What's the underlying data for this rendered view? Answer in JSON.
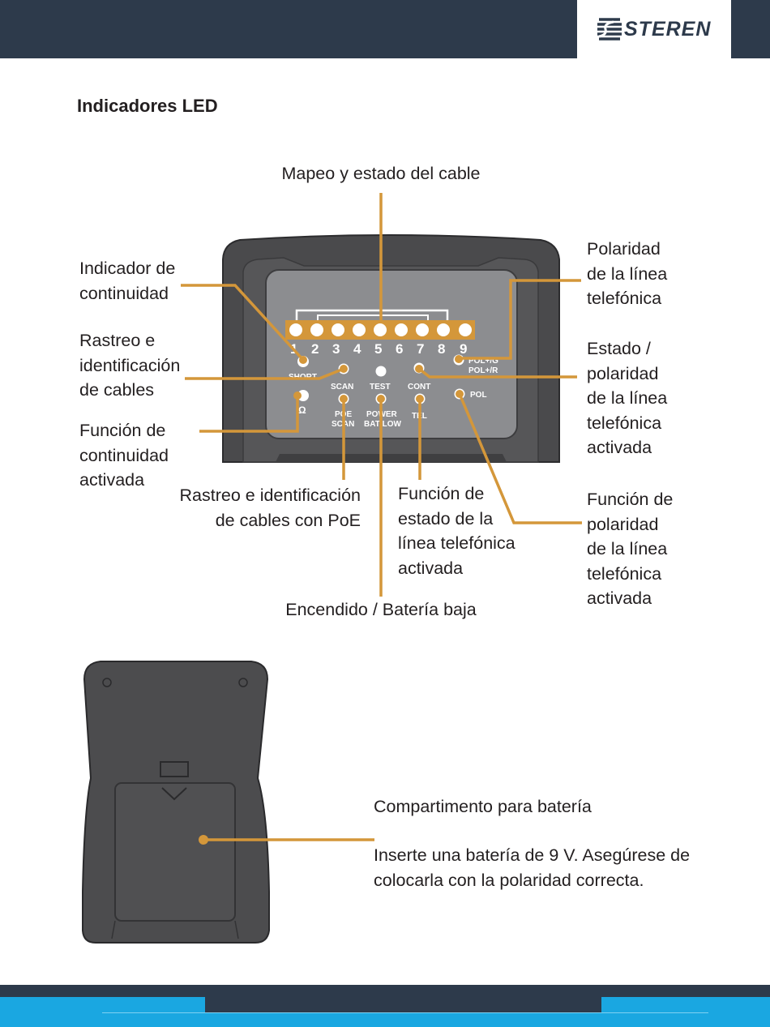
{
  "brand": {
    "name": "STEREN",
    "logo_icon": "steren-logo-icon"
  },
  "section_title": "Indicadores LED",
  "device_front": {
    "pin_numbers": [
      "1",
      "2",
      "3",
      "4",
      "5",
      "6",
      "7",
      "8",
      "9"
    ],
    "indicator_labels": {
      "short": "SHORT",
      "ohm": "Ω",
      "scan": "SCAN",
      "poe": "POE",
      "poe_scan": "SCAN",
      "test": "TEST",
      "power": "POWER",
      "bat_low": "BAT LOW",
      "cont": "CONT",
      "tel": "TEL",
      "pol_g": "POL+/G",
      "pol_r": "POL+/R",
      "pol": "POL"
    }
  },
  "callouts": {
    "cable_map": "Mapeo y estado del cable",
    "continuity_indicator": [
      "Indicador de",
      "continuidad"
    ],
    "tracing": [
      "Rastreo e",
      "identificación",
      "de cables"
    ],
    "continuity_function": [
      "Función de",
      "continuidad",
      "activada"
    ],
    "tracing_poe": [
      "Rastreo e identificación",
      "de cables con PoE"
    ],
    "tel_status_function": [
      "Función de",
      "estado de la",
      "línea telefónica",
      "activada"
    ],
    "power_battery": "Encendido / Batería baja",
    "line_polarity": [
      "Polaridad",
      "de la línea",
      "telefónica"
    ],
    "status_polarity": [
      "Estado /",
      "polaridad",
      "de la línea",
      "telefónica",
      "activada"
    ],
    "polarity_function": [
      "Función de",
      "polaridad",
      "de la línea",
      "telefónica",
      "activada"
    ]
  },
  "battery": {
    "title": "Compartimento para batería",
    "instructions": [
      "Inserte una batería de 9 V. Asegúrese de",
      "colocarla con la polaridad correcta."
    ]
  },
  "colors": {
    "header": "#2d3a4b",
    "accent": "#d4973a",
    "footer_blue": "#1aa7e1",
    "device": "#4a4a4c"
  }
}
